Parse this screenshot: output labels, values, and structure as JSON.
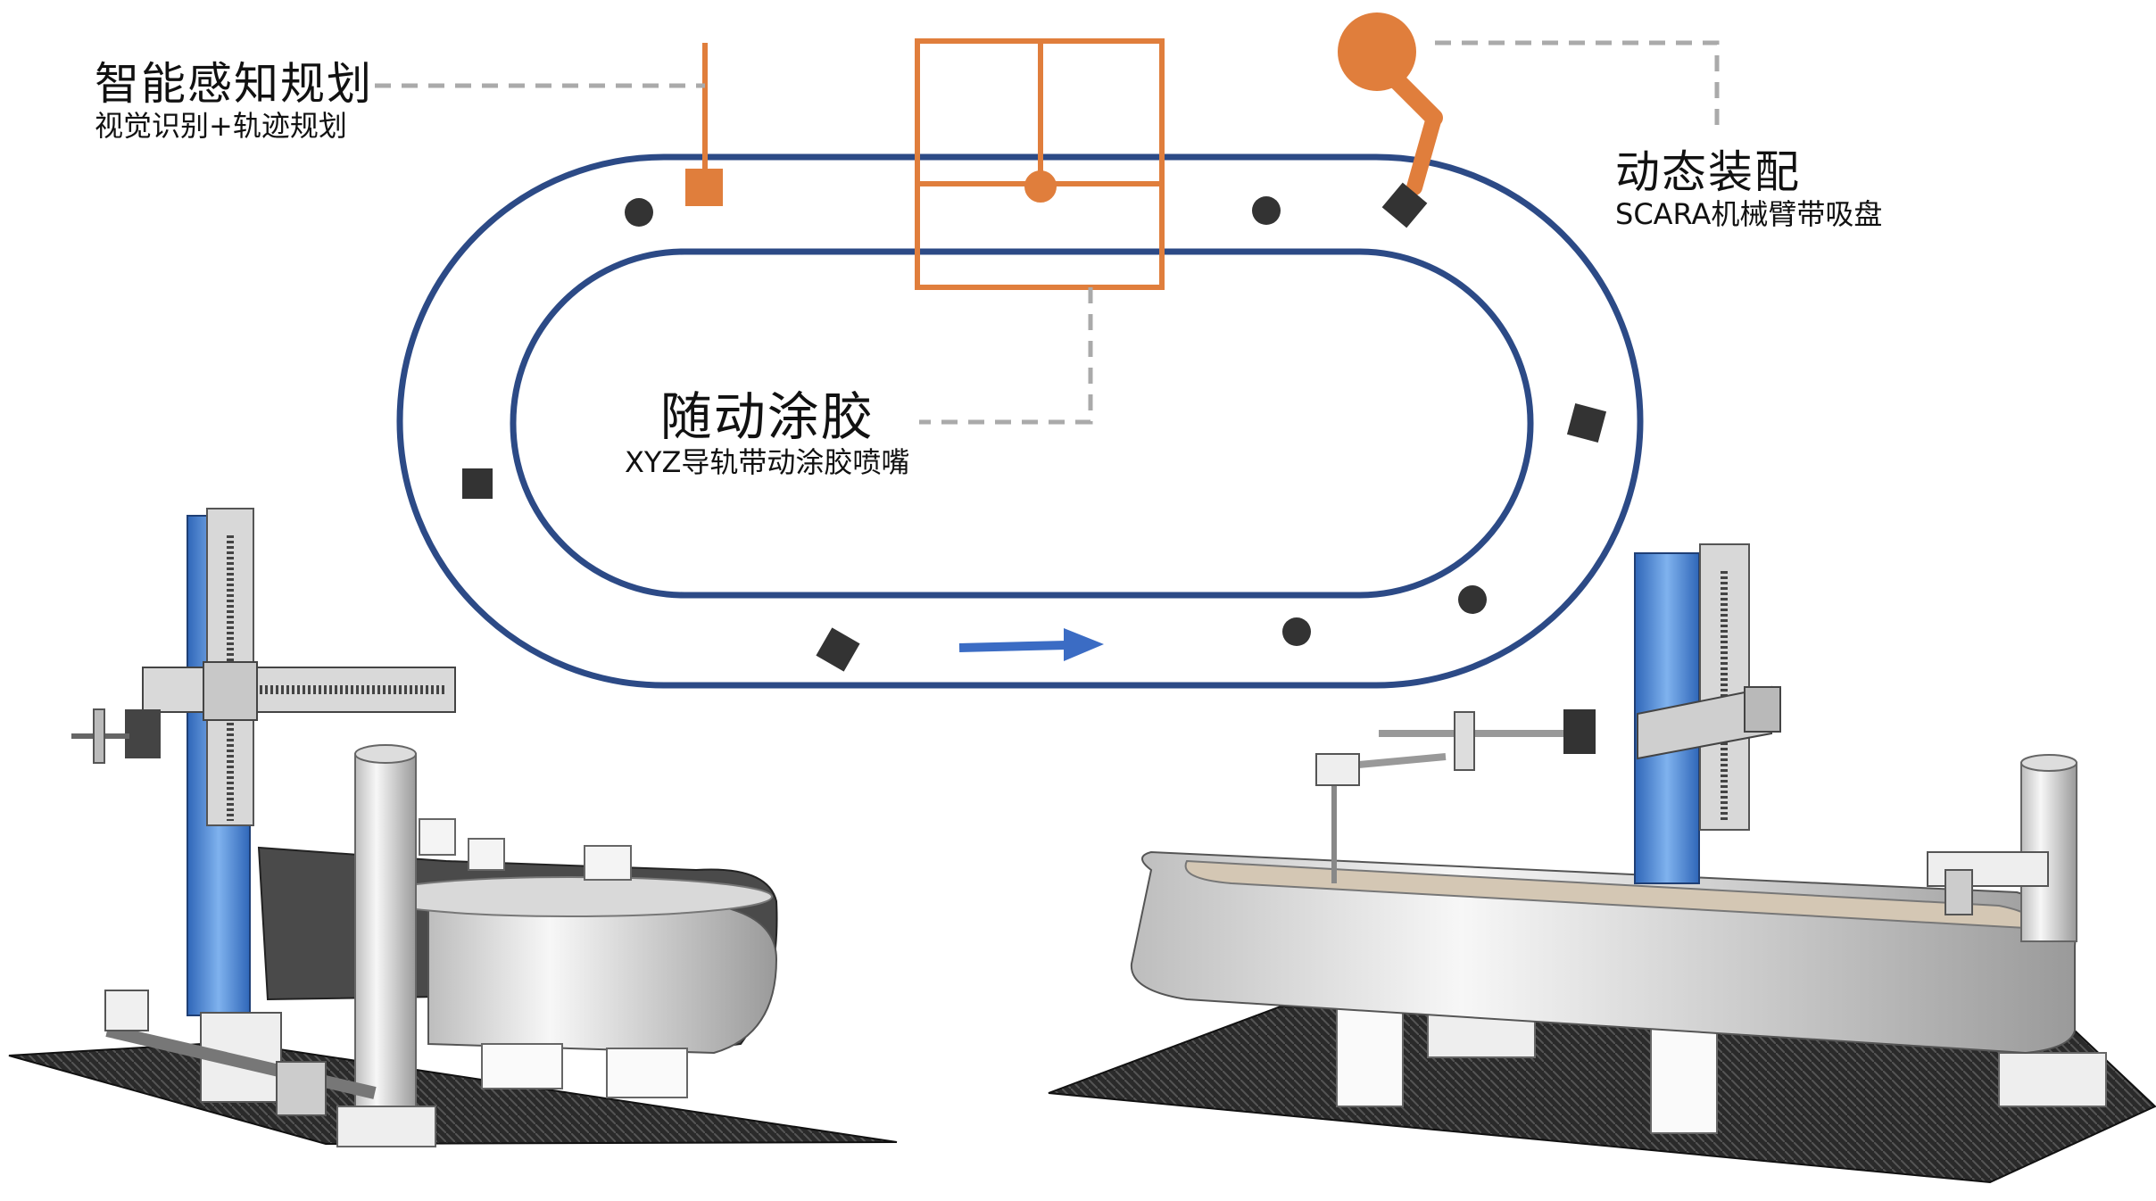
{
  "labels": {
    "perception": {
      "title": "智能感知规划",
      "subtitle": "视觉识别+轨迹规划"
    },
    "assembly": {
      "title": "动态装配",
      "subtitle": "SCARA机械臂带吸盘"
    },
    "gluing": {
      "title": "随动涂胶",
      "subtitle": "XYZ导轨带动涂胶喷嘴"
    }
  },
  "colors": {
    "track": "#2c4a86",
    "orange": "#e07e3c",
    "dashed_leader": "#aaaaaa",
    "part": "#333333",
    "arrow": "#3b6cc4",
    "rail_blue": "#4a86d6",
    "mat": "#2a2a2a"
  }
}
